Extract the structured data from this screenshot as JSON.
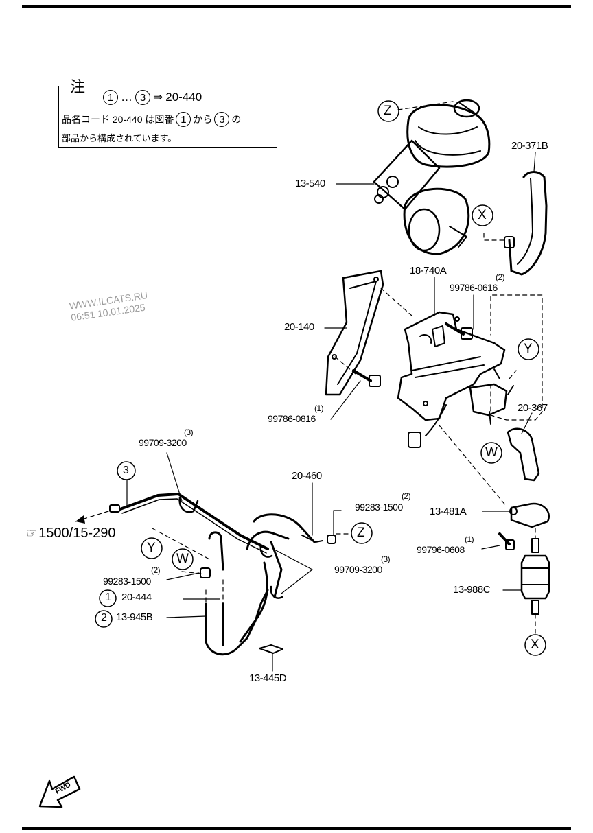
{
  "note": {
    "title": "注",
    "line1": {
      "from": "1",
      "ellipsis": "…",
      "to": "3",
      "arrow": "⇒",
      "code": "20-440"
    },
    "line2": {
      "pre": "品名コード 20-440 は図番",
      "c1": "1",
      "mid": "から",
      "c2": "3",
      "post": "の"
    },
    "line3": "部品から構成されています。"
  },
  "watermark": {
    "site": "WWW.ILCATS.RU",
    "datetime": "06:51 10.01.2025"
  },
  "reference": {
    "text": "1500/15-290"
  },
  "fwd_label": "FWD",
  "labels": {
    "p13540": "13-540",
    "p20371b": "20-371B",
    "p18740a": "18-740A",
    "p99786_0616_qty": "(2)",
    "p99786_0616": "99786-0616",
    "p20140": "20-140",
    "p99786_0816_qty": "(1)",
    "p99786_0816": "99786-0816",
    "p20367": "20-367",
    "p99709_3200_top_qty": "(3)",
    "p99709_3200_top": "99709-3200",
    "p20460": "20-460",
    "p99283_1500_top_qty": "(2)",
    "p99283_1500_top": "99283-1500",
    "p13481a": "13-481A",
    "p99796_0608_qty": "(1)",
    "p99796_0608": "99796-0608",
    "p13988c": "13-988C",
    "p99283_1500_left_qty": "(2)",
    "p99283_1500_left": "99283-1500",
    "p20444": "20-444",
    "p13945b": "13-945B",
    "p99709_3200_mid_qty": "(3)",
    "p99709_3200_mid": "99709-3200",
    "p13445d": "13-445D"
  },
  "markers": {
    "z": "Z",
    "x": "X",
    "y": "Y",
    "w": "W",
    "n1": "1",
    "n2": "2",
    "n3": "3"
  }
}
